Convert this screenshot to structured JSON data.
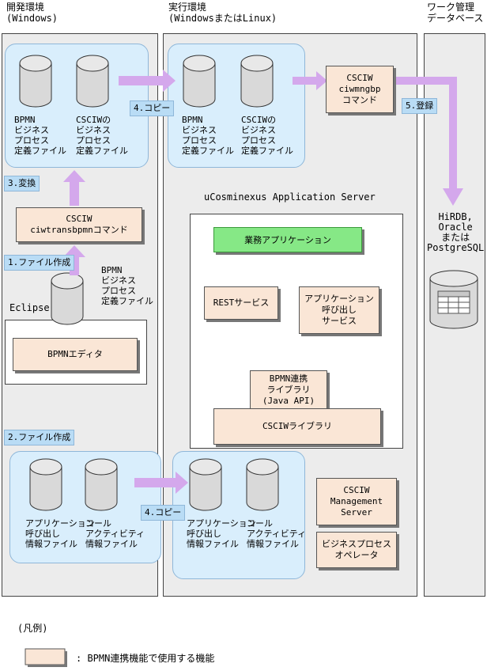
{
  "headers": {
    "dev": "開発環境\n(Windows)",
    "run": "実行環境\n(WindowsまたはLinux)",
    "db": "ワーク管理\nデータベース"
  },
  "dev_env": {
    "file_bpmn": "BPMN\nビジネス\nプロセス\n定義ファイル",
    "file_csciw": "CSCIWの\nビジネス\nプロセス\n定義ファイル",
    "step3": "3.変換",
    "transbox": "CSCIW\nciwtransbpmnコマンド",
    "step1": "1.ファイル作成",
    "eclipse_file": "BPMN\nビジネス\nプロセス\n定義ファイル",
    "eclipse_label": "Eclipse",
    "editor": "BPMNエディタ",
    "step2": "2.ファイル作成",
    "app_call": "アプリケーション\n呼び出し\n情報ファイル",
    "call_activity": "コール\nアクティビティ\n情報ファイル"
  },
  "run_env": {
    "step4_top": "4.コピー",
    "file_bpmn": "BPMN\nビジネス\nプロセス\n定義ファイル",
    "file_csciw": "CSCIWの\nビジネス\nプロセス\n定義ファイル",
    "mngbp": "CSCIW\nciwmngbp\nコマンド",
    "server_title": "uCosminexus Application Server",
    "biz_app": "業務アプリケーション",
    "rest": "RESTサービス",
    "app_service": "アプリケーション\n呼び出し\nサービス",
    "bpmn_lib": "BPMN連携\nライブラリ\n(Java API)",
    "csciw_lib": "CSCIWライブラリ",
    "step4_bottom": "4.コピー",
    "app_call": "アプリケーション\n呼び出し\n情報ファイル",
    "call_activity": "コール\nアクティビティ\n情報ファイル",
    "mgmt_server": "CSCIW\nManagement\nServer",
    "operator": "ビジネスプロセス\nオペレータ"
  },
  "db_env": {
    "step5": "5.登録",
    "db_name": "HiRDB,\nOracle\nまたは\nPostgreSQL"
  },
  "legend": {
    "title": "(凡例)",
    "desc": ": BPMN連携機能で使用する機能"
  },
  "colors": {
    "arrow": "#d4a8ec",
    "box_fill": "#fae6d6",
    "green": "#86e886",
    "blue_group": "#d9eefc"
  }
}
